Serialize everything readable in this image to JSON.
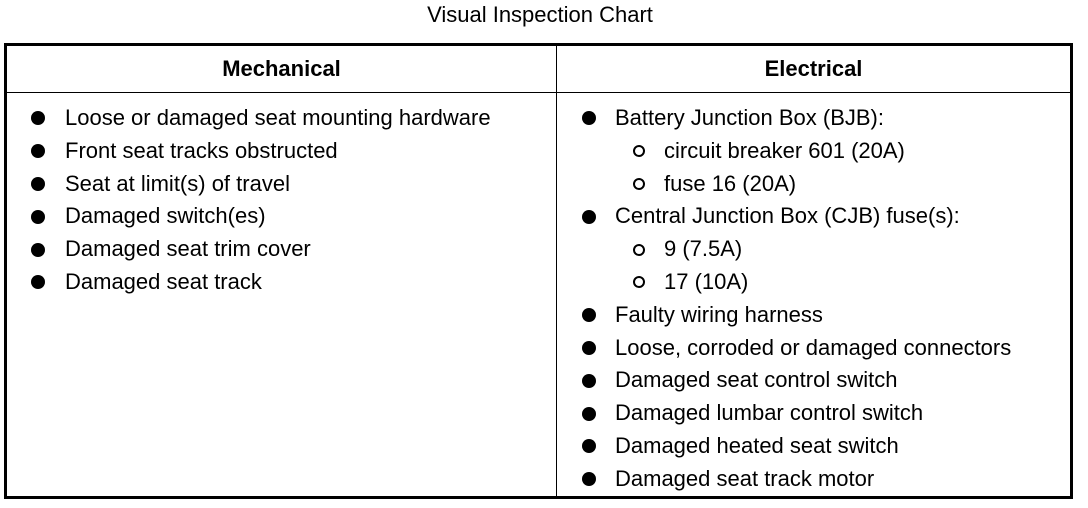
{
  "title": "Visual Inspection Chart",
  "columns": {
    "mechanical": {
      "header": "Mechanical",
      "items": [
        "Loose or damaged seat mounting hardware",
        "Front seat tracks obstructed",
        "Seat at limit(s) of travel",
        "Damaged switch(es)",
        "Damaged seat trim cover",
        "Damaged seat track"
      ]
    },
    "electrical": {
      "header": "Electrical",
      "items": [
        {
          "level": 1,
          "text": "Battery Junction Box (BJB):"
        },
        {
          "level": 2,
          "text": "circuit breaker 601 (20A)"
        },
        {
          "level": 2,
          "text": "fuse 16 (20A)"
        },
        {
          "level": 1,
          "text": "Central Junction Box (CJB) fuse(s):"
        },
        {
          "level": 2,
          "text": "9 (7.5A)"
        },
        {
          "level": 2,
          "text": "17 (10A)"
        },
        {
          "level": 1,
          "text": "Faulty wiring harness"
        },
        {
          "level": 1,
          "text": "Loose, corroded or damaged connectors"
        },
        {
          "level": 1,
          "text": "Damaged seat control switch"
        },
        {
          "level": 1,
          "text": "Damaged lumbar control switch"
        },
        {
          "level": 1,
          "text": "Damaged heated seat switch"
        },
        {
          "level": 1,
          "text": "Damaged seat track motor"
        }
      ]
    }
  }
}
